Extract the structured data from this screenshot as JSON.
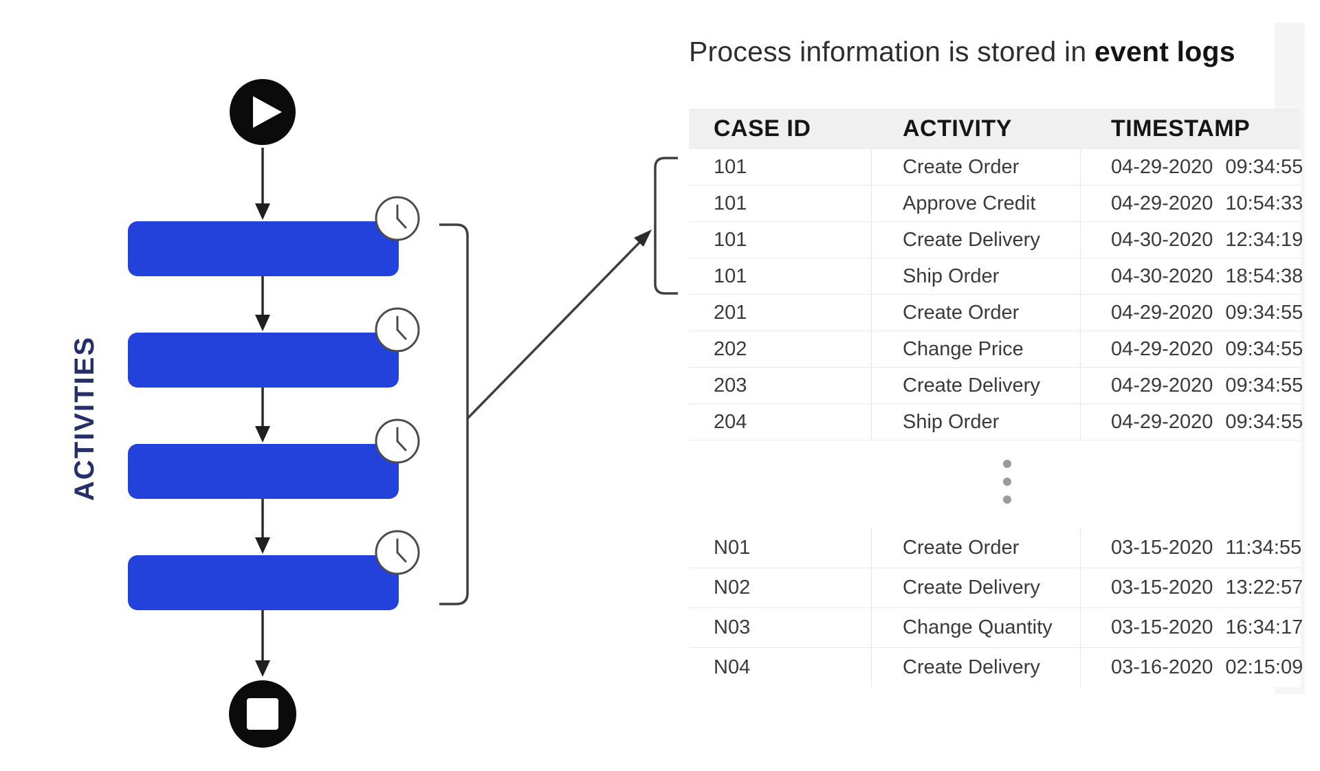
{
  "title": {
    "text_regular": "Process information is stored in",
    "text_bold": "event logs"
  },
  "diagram": {
    "label": "ACTIVITIES",
    "colors": {
      "activity_blue": "#2342db",
      "label_navy": "#252f6a",
      "line": "#3f3f3f",
      "clock_stroke": "#4c4c4c",
      "node_black": "#0b0b0b"
    }
  },
  "table": {
    "headers": {
      "case_id": "CASE ID",
      "activity": "ACTIVITY",
      "timestamp": "TIMESTAMP"
    },
    "group1": [
      {
        "case_id": "101",
        "activity": "Create Order",
        "date": "04-29-2020",
        "time": "09:34:55"
      },
      {
        "case_id": "101",
        "activity": "Approve Credit",
        "date": "04-29-2020",
        "time": "10:54:33"
      },
      {
        "case_id": "101",
        "activity": "Create Delivery",
        "date": "04-30-2020",
        "time": "12:34:19"
      },
      {
        "case_id": "101",
        "activity": "Ship Order",
        "date": "04-30-2020",
        "time": "18:54:38"
      },
      {
        "case_id": "201",
        "activity": "Create Order",
        "date": "04-29-2020",
        "time": "09:34:55"
      },
      {
        "case_id": "202",
        "activity": "Change Price",
        "date": "04-29-2020",
        "time": "09:34:55"
      },
      {
        "case_id": "203",
        "activity": "Create Delivery",
        "date": "04-29-2020",
        "time": "09:34:55"
      },
      {
        "case_id": "204",
        "activity": "Ship Order",
        "date": "04-29-2020",
        "time": "09:34:55"
      }
    ],
    "group2": [
      {
        "case_id": "N01",
        "activity": "Create Order",
        "date": "03-15-2020",
        "time": "11:34:55"
      },
      {
        "case_id": "N02",
        "activity": "Create Delivery",
        "date": "03-15-2020",
        "time": "13:22:57"
      },
      {
        "case_id": "N03",
        "activity": "Change Quantity",
        "date": "03-15-2020",
        "time": "16:34:17"
      },
      {
        "case_id": "N04",
        "activity": "Create Delivery",
        "date": "03-16-2020",
        "time": "02:15:09"
      }
    ]
  }
}
